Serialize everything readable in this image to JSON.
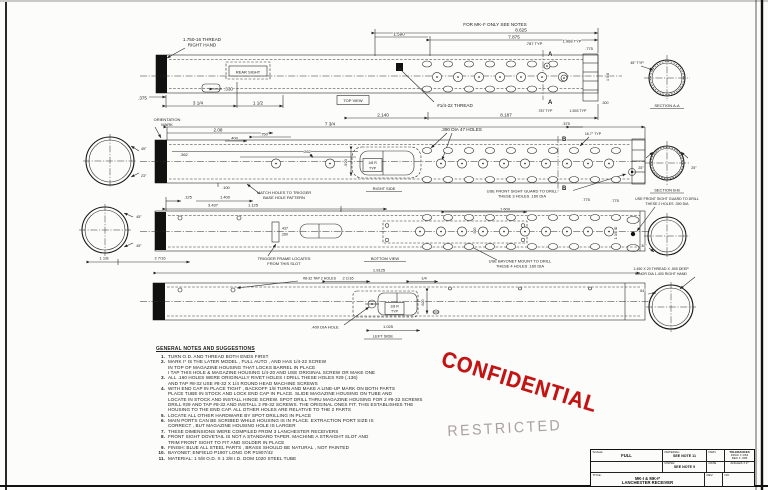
{
  "stamps": {
    "confidential": "CONFIDENTIAL",
    "restricted": "RESTRICTED"
  },
  "labels": {
    "thread_note_1": "1.750-16 THREAD",
    "thread_note_2": "RIGHT HAND",
    "rear_sight": "REAR SIGHT",
    "dim_330": ".330",
    "dim_375": ".375",
    "dim_3_1_4": "3 1/4",
    "dim_1_1_2": "1 1/2",
    "top_view": "TOP VIEW",
    "dim_2140": "2.140",
    "dim_8187": "8.187",
    "mk_note": "FOR MK-I* ONLY SEE NOTES",
    "dim_8625": "8.625",
    "dim_7875": "7.875",
    "dim_1590": "1.590",
    "dim_787_typ": ".787 TYP",
    "dim_1968_typ": "1.968 TYP",
    "dim_775": ".775",
    "marker_a": "A",
    "marker_b": "B",
    "thread_quarter": "#1/4-22 THREAD",
    "dim_1593_typ": "1.593 TYP",
    "dim_300": ".300",
    "dim_1_5_8": "1 5/8",
    "deg_45_typ": "45° TYP",
    "section_aa": "SECTION A-A",
    "orientation_1": "ORIENTATION",
    "orientation_2": "MARK",
    "dim_7_3_4": "7 3/4",
    "dim_208": "2.08",
    "dim_750": ".750",
    "dim_400": ".400",
    "dim_362": ".362",
    "dim_262": ".262",
    "dim_920": ".920",
    "r_typ_1": "1/8 R",
    "r_typ_2": "TYP",
    "dia_390_holes": ".390 DIA 47 HOLES",
    "dim_100": ".100",
    "match_1": "MATCH HOLES TO TRIGGER",
    "match_2": "BASE HOLE PATTERN",
    "dim_125": ".125",
    "dim_1400": "1.400",
    "dim_3437": "3.437",
    "dim_1125": "1.125",
    "right_side": "RIGHT SIDE",
    "dim_375_mid": ".375",
    "deg_167": "16.7° TYP",
    "guard3_1": "USE FRONT SIGHT GUARD TO DRILL",
    "guard3_2": "THESE 3 HOLES .160 DIA",
    "deg_25": "25°",
    "section_bb": "SECTION B-B",
    "guard2_1": "USE FRONT SIGHT GUARD TO DRILL",
    "guard2_2": "THESE 2 HOLES .390 DIA",
    "deg_45": "45°",
    "deg_23": "23°",
    "dim_437": ".437",
    "dim_260": ".260",
    "trigger_1": "TRIGGER FRAME LOCATES",
    "trigger_2": "FROM THIS SLOT",
    "dim_1_1_8": "1 1/8",
    "dim_2_7_16": "2 7/16",
    "dim_1600": "1.600",
    "bottom_view": "BOTTOM VIEW",
    "bayonet_1": "USE BAYONET MOUNT TO DRILL",
    "bayonet_2": "THESE 4 HOLES .160 DIA",
    "dim_1_3_8_id": "1 3/8 ID",
    "thread_145_1": "1.450 X 20 THREAD X .500 DEEP",
    "thread_145_2": "MINOR DIA 1.400 RIGHT HAND",
    "deg_30": "30°",
    "deg_64": "64°",
    "dim_19125": "1.9125",
    "tap_832": "#8-32 TAP 2 HOLES",
    "dim_2_1_16": "2 1/16",
    "dim_1_4": "1/4",
    "dim_620": ".620",
    "dia_400_hole": ".400 DIA HOLE",
    "dim_1025": "1.025",
    "left_side": "LEFT SIDE"
  },
  "notes": {
    "title": "GENERAL NOTES AND SUGGESTIONS",
    "items": [
      {
        "n": "1.",
        "lines": [
          "TURN O.D. AND THREAD BOTH ENDS FIRST"
        ]
      },
      {
        "n": "2.",
        "lines": [
          "MARK I* IS THE LATER MODEL , FULL AUTO , AND HAS 1/4-22 SCREW",
          "IN TOP OF MAGAZINE HOUSING THAT LOCKS BARREL IN PLACE",
          "I TAP THIS HOLE & MAGAZINE HOUSING 1/4-20 AND USE ORIGINAL SCREW OR MAKE ONE"
        ]
      },
      {
        "n": "3.",
        "lines": [
          "ALL .160 HOLES WERE ORIGINALLY RIVET HOLES I DRILL THESE HOLES #29 (.136)",
          "AND TAP #8-32 USE #8-32 X 1/4 ROUND HEAD MACHINE SCREWS"
        ]
      },
      {
        "n": "4.",
        "lines": [
          "WITH END CAP IN PLACE TIGHT , BACKOFF 1/8 TURN AND MAKE A LINE-UP MARK ON BOTH PARTS",
          "PLACE TUBE IN STOCK AND LOCK END CAP IN PLACE. SLIDE MAGAZINE HOUSING ON TUBE AND",
          "LOCATE IN STOCK AND INSTALL HINGE SCREW. SPOT DRILL THRU MAGAZINE HOUSING FOR 2 #8-32 SCREWS",
          "DRILL #29 AND TAP #8-32 AND INSTALL 2 #8-32 SCREWS. THE ORIGINAL ONES FIT. THIS ESTABLISHES THE",
          "HOUSING TO THE END CAP. ALL OTHER HOLES ARE RELATIVE TO THE 2 PARTS"
        ]
      },
      {
        "n": "5.",
        "lines": [
          "LOCATE ALL OTHER HARDWARE BY SPOT DRILLING IN PLACE"
        ]
      },
      {
        "n": "6.",
        "lines": [
          "MAIN PORTS CAN BE SCRIBED WHILE HOUSING IS IN PLACE. EXTRACTION PORT SIZE IS",
          "CORRECT , BUT MAGAZINE HOUSING HOLE IS LARGER"
        ]
      },
      {
        "n": "7.",
        "lines": [
          "THESE DIMENSIONS WERE COMPILED FROM 3 LANCHESTER RECEIVERS"
        ]
      },
      {
        "n": "8.",
        "lines": [
          "FRONT SIGHT DOVETAIL IS NOT A STANDARD TAPER. MACHINE A STRAIGHT SLOT AND",
          "TRIM FRONT SIGHT TO FIT AND SOLDER IN PLACE"
        ]
      },
      {
        "n": "9.",
        "lines": [
          "FINISH: BLUE ALL STEEL PARTS , BRASS SHOULD BE NATURAL , NOT PAINTED"
        ]
      },
      {
        "n": "10.",
        "lines": [
          "BAYONET: ENFIELD P1907 LONG OR P1907/42"
        ]
      },
      {
        "n": "11.",
        "lines": [
          "MATERIAL: 1 5/8 O.D. X 1 3/8 I.D. DOM 1020 STEEL TUBE"
        ]
      }
    ]
  },
  "title_block": {
    "scale_label": "SCALE:",
    "scale_value": "FULL",
    "material_label": "MATERIAL:",
    "material_value": "SEE NOTE 11",
    "finish_label": "FINISH:",
    "finish_value": "SEE NOTE 9",
    "dwn_label": "DWN",
    "date_label": "DATE",
    "rev_label": "REV.",
    "no_label": "NO.",
    "tol_title": "TOLERANCES",
    "tol_frac": "FRAC ± 1/64",
    "tol_dec": "DEC ± .005",
    "tol_ang": "ANGLES ± 2°",
    "title_label": "TITLE:",
    "title_line1": "MK-I & MK-I*",
    "title_line2": "LANCHESTER RECEIVER"
  },
  "colors": {
    "stamp_red": "#c31414",
    "restricted_gray": "#958a8c",
    "line": "#2a2a2a"
  }
}
